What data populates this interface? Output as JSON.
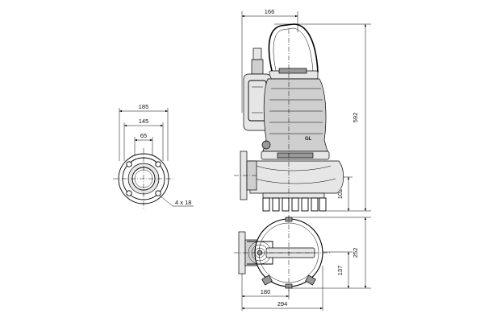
{
  "colors": {
    "line": "#000000",
    "fill_light": "#e6e6e6",
    "fill_mid": "#cfcfcf",
    "fill_dark": "#9a9a9a"
  },
  "flange_view": {
    "dim_outer": "185",
    "dim_bolt_circle": "145",
    "dim_bore": "65",
    "hole_callout": "4 x 18"
  },
  "front_view": {
    "dim_width": "166",
    "dim_height": "592",
    "dim_outlet_height": "102",
    "motor_label": "GL"
  },
  "plan_view": {
    "dim_depth": "252",
    "dim_offset": "137",
    "dim_base": "180",
    "dim_length": "294"
  }
}
